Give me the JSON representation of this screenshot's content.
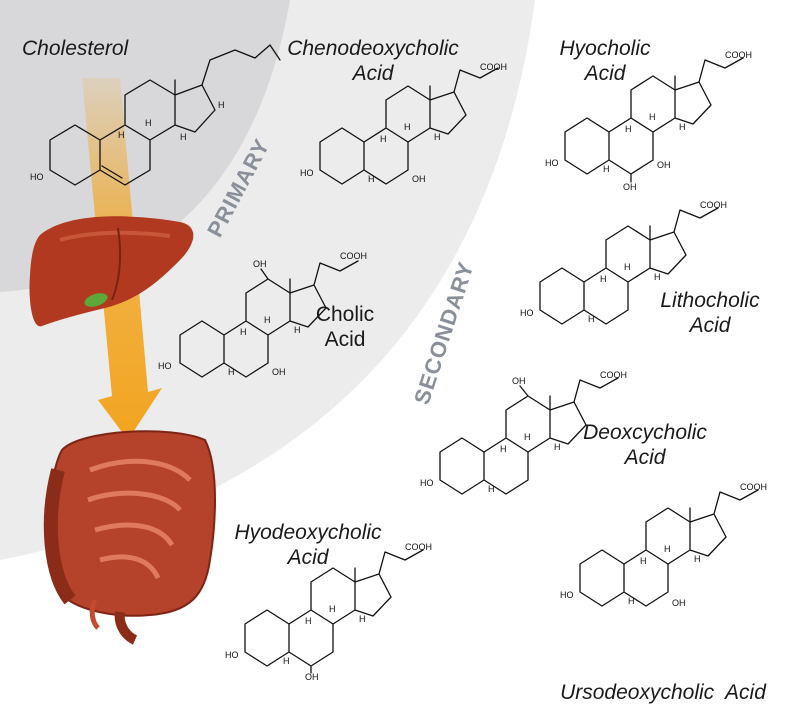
{
  "colors": {
    "primary_region": "#d8d8da",
    "secondary_region": "#ececed",
    "region_text": "#8a9099",
    "arrow": "#f2a41f",
    "liver": "#b0391f",
    "intestine": "#b5422b"
  },
  "regions": {
    "primary_label": "PRIMARY",
    "secondary_label": "SECONDARY"
  },
  "organs": {
    "liver_icon": "liver",
    "intestine_icon": "intestine"
  },
  "molecules": {
    "cholesterol": {
      "name": "Cholesterol",
      "oh": "HO",
      "h": "H"
    },
    "chenodeoxycholic": {
      "name_line1": "Chenodeoxycholic",
      "name_line2": "Acid",
      "cooh": "COOH",
      "oh": "HO",
      "oh2": "OH",
      "h": "H"
    },
    "cholic": {
      "name_line1": "Cholic",
      "name_line2": "Acid",
      "cooh": "COOH",
      "oh": "HO",
      "oh2": "OH",
      "oh3": "OH",
      "h": "H"
    },
    "hyocholic": {
      "name_line1": "Hyocholic",
      "name_line2": "Acid",
      "cooh": "COOH",
      "oh": "HO",
      "oh2": "OH",
      "oh3": "OH",
      "h": "H"
    },
    "lithocholic": {
      "name_line1": "Lithocholic",
      "name_line2": "Acid",
      "cooh": "COOH",
      "oh": "HO",
      "h": "H"
    },
    "deoxycholic": {
      "name_line1": "Deoxcycholic",
      "name_line2": "Acid",
      "cooh": "COOH",
      "oh": "HO",
      "oh2": "OH",
      "h": "H"
    },
    "hyodeoxycholic": {
      "name_line1": "Hyodeoxycholic",
      "name_line2": "Acid",
      "cooh": "COOH",
      "oh": "HO",
      "oh2": "OH",
      "h": "H"
    },
    "ursodeoxycholic": {
      "name": "Ursodeoxycholic  Acid",
      "cooh": "COOH",
      "oh": "HO",
      "oh2": "OH",
      "h": "H"
    }
  }
}
